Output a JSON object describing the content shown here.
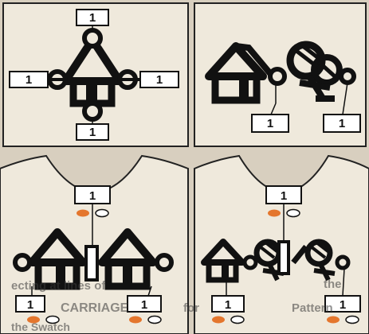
{
  "panel_top_left": {
    "label_top": "1",
    "label_left": "1",
    "label_right": "1",
    "label_bottom": "1"
  },
  "panel_top_right": {
    "label_left": "1",
    "label_right": "1"
  },
  "panel_bottom_left": {
    "label_top": "1",
    "label_bottom_left": "1",
    "label_bottom_right": "1"
  },
  "panel_bottom_right": {
    "label_top": "1",
    "label_bottom_left": "1",
    "label_bottom_right": "1"
  },
  "page_text": {
    "line1": "ecting at lines of",
    "line1b": "the",
    "line2": "CARRIAGE",
    "line2b": "for",
    "line2c": "Pattern",
    "line3": "the Swatch"
  },
  "colors": {
    "paper": "#efe9dc",
    "ink": "#111111",
    "orange": "#e4762d",
    "background": "#d8cfbf"
  }
}
